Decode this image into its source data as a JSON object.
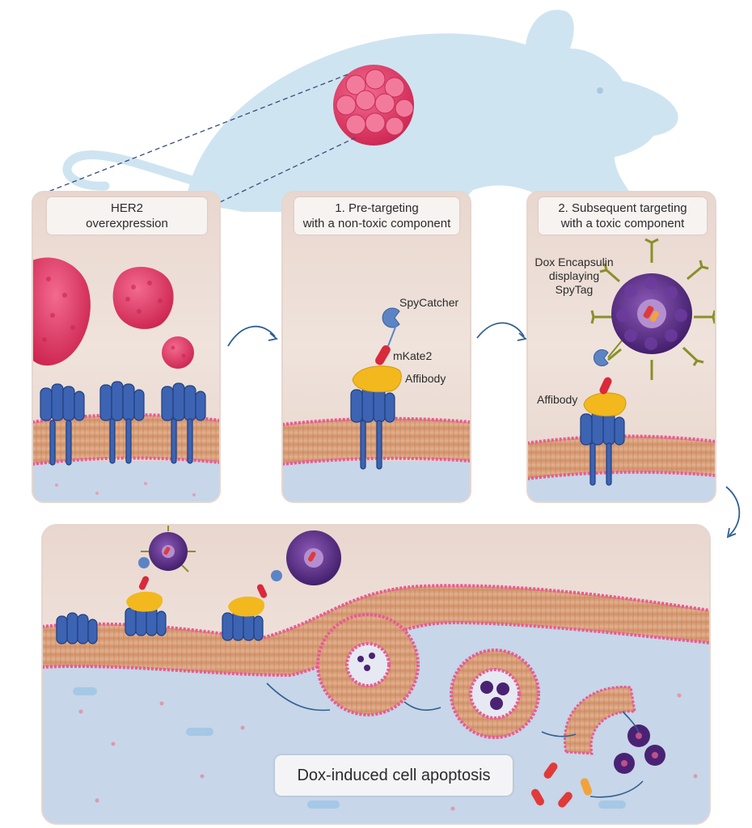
{
  "panels": [
    {
      "title_lines": [
        "HER2",
        "overexpression"
      ]
    },
    {
      "title_lines": [
        "1. Pre-targeting",
        "with a non-toxic component"
      ]
    },
    {
      "title_lines": [
        "2. Subsequent targeting",
        "with a toxic component"
      ]
    }
  ],
  "components": {
    "spycatcher": "SpyCatcher",
    "mkate2": "mKate2",
    "affibody_1": "Affibody",
    "dox_lines": [
      "Dox Encapsulin",
      "displaying",
      "SpyTag"
    ],
    "affibody_2": "Affibody"
  },
  "bottom": {
    "caption": "Dox-induced cell apoptosis"
  },
  "colors": {
    "mouse": "#cfe4f1",
    "tumor": "#e8436f",
    "receptor": "#3d63b3",
    "affibody": "#f2b81d",
    "mkate2": "#d9293b",
    "spycatcher": "#5c84c4",
    "encapsulin": "#5b2e8c",
    "membrane": "#d9a07a",
    "membrane_edge": "#e85a96",
    "cytoplasm": "#c7d6e8",
    "arrow": "#2f5f93"
  }
}
